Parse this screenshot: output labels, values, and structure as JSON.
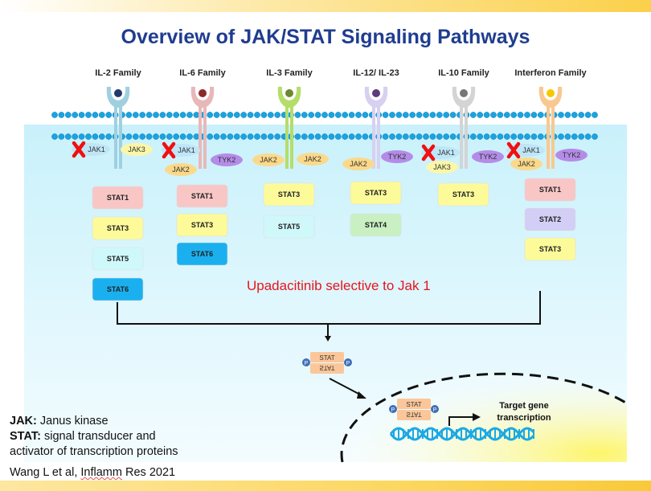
{
  "title": "Overview of JAK/STAT Signaling Pathways",
  "families": [
    {
      "name": "IL-2 Family",
      "receptor_color": "#9fd0e0",
      "ligand_color": "#1f3a6a",
      "jaks": [
        "JAK1",
        "JAK3"
      ],
      "blocked": "JAK1",
      "stats": [
        "STAT1",
        "STAT3",
        "STAT5",
        "STAT6"
      ]
    },
    {
      "name": "IL-6 Family",
      "receptor_color": "#e8b8b8",
      "ligand_color": "#8b2a2a",
      "jaks": [
        "JAK1",
        "JAK2",
        "TYK2"
      ],
      "blocked": "JAK1",
      "stats": [
        "STAT1",
        "STAT3",
        "STAT6"
      ]
    },
    {
      "name": "IL-3 Family",
      "receptor_color": "#b5dd6a",
      "ligand_color": "#6b8a30",
      "jaks": [
        "JAK2",
        "JAK2"
      ],
      "stats": [
        "STAT3",
        "STAT5"
      ]
    },
    {
      "name": "IL-12/ IL-23",
      "receptor_color": "#d8d0f0",
      "ligand_color": "#5a3c7a",
      "jaks": [
        "JAK2",
        "TYK2"
      ],
      "stats": [
        "STAT3",
        "STAT4"
      ]
    },
    {
      "name": "IL-10 Family",
      "receptor_color": "#d4d4d4",
      "ligand_color": "#777777",
      "jaks": [
        "JAK1",
        "JAK3",
        "TYK2"
      ],
      "blocked": "JAK1",
      "stats": [
        "STAT3"
      ]
    },
    {
      "name": "Interferon Family",
      "receptor_color": "#f8c890",
      "ligand_color": "#f5c800",
      "jaks": [
        "JAK1",
        "JAK2",
        "TYK2"
      ],
      "blocked": "JAK1",
      "stats": [
        "STAT1",
        "STAT2",
        "STAT3"
      ]
    }
  ],
  "stat_colors": {
    "STAT1": "#f9c6c6",
    "STAT2": "#d3cef5",
    "STAT3": "#fdfa9a",
    "STAT4": "#c8f0c2",
    "STAT5": "#cff8fb",
    "STAT6": "#1ab0ef"
  },
  "jak_colors": {
    "JAK1": "#bfe6f7",
    "JAK2": "#fbd98a",
    "JAK3": "#fbf7a8",
    "TYK2": "#b48ce8"
  },
  "annotation": "Upadacitinib selective to Jak 1",
  "dimer": {
    "top": "STAT",
    "bottom": "STAT",
    "phospho": "P"
  },
  "target_gene": "Target gene transcription",
  "legend": {
    "jak_term": "JAK:",
    "jak_def": "Janus kinase",
    "stat_term": "STAT:",
    "stat_def": "signal transducer and activator of transcription proteins"
  },
  "citation": {
    "authors": "Wang L et al,",
    "journal": "Inflamm",
    "rest": "Res 2021"
  }
}
